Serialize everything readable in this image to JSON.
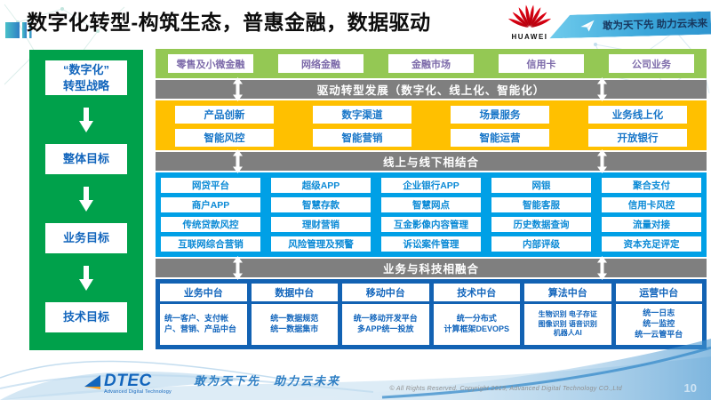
{
  "title": "数字化转型-构筑生态，普惠金融，数据驱动",
  "header": {
    "logo_wordmark": "HUAWEI",
    "ribbon_slogan": "敢为天下先 助力云未来"
  },
  "strategy_panel": {
    "items": [
      "“数字化”\n转型战略",
      "整体目标",
      "业务目标",
      "技术目标"
    ]
  },
  "business_lines": [
    "零售及小微金融",
    "网络金融",
    "金融市场",
    "信用卡",
    "公司业务"
  ],
  "driver_bar": "驱动转型发展（数字化、线上化、智能化）",
  "capabilities": [
    [
      "产品创新",
      "数字渠道",
      "场景服务",
      "业务线上化"
    ],
    [
      "智能风控",
      "智能营销",
      "智能运营",
      "开放银行"
    ]
  ],
  "online_offline_bar": "线上与线下相结合",
  "applications": [
    [
      "网贷平台",
      "超级APP",
      "企业银行APP",
      "网银",
      "聚合支付"
    ],
    [
      "商户APP",
      "智慧存款",
      "智慧网点",
      "智能客服",
      "信用卡风控"
    ],
    [
      "传统贷款风控",
      "理财营销",
      "互金影像内容管理",
      "历史数据查询",
      "流量对接"
    ],
    [
      "互联网综合营销",
      "风险管理及预警",
      "诉讼案件管理",
      "内部评级",
      "资本充足评定"
    ]
  ],
  "tech_bar": "业务与科技相融合",
  "platforms": [
    {
      "name": "业务中台",
      "detail": "统一客户、支付帐户、营销、产品中台"
    },
    {
      "name": "数据中台",
      "detail": "统一数据规范\n统一数据集市"
    },
    {
      "name": "移动中台",
      "detail": "统一移动开发平台\n多APP统一投放"
    },
    {
      "name": "技术中台",
      "detail": "统一分布式\n计算框架DEVOPS"
    },
    {
      "name": "算法中台",
      "detail": "生物识别 电子存证\n图像识别 语音识别\n机器人AI"
    },
    {
      "name": "运营中台",
      "detail": "统一日志\n统一监控\n统一云管平台"
    }
  ],
  "footer": {
    "logo_text": "DTEC",
    "logo_caption": "Advanced Digital Technology",
    "slogan": "敢为天下先　助力云未来",
    "copyright": "© All Rights Reserved. Copyright 2019, Advanced Digital Technology CO.,Ltd",
    "page_number": "10"
  },
  "colors": {
    "left_panel_green": "#00a14b",
    "business_band_green": "#94c854",
    "capability_band_yellow": "#ffc000",
    "application_band_cyan": "#00a0e6",
    "platform_band_blue": "#1262b3",
    "bar_gray": "#7f7f7f",
    "box_text_blue": "#1265bc",
    "business_text_purple": "#7d6baa",
    "huawei_red": "#e60012",
    "ribbon_blue": "#3aa6da"
  }
}
